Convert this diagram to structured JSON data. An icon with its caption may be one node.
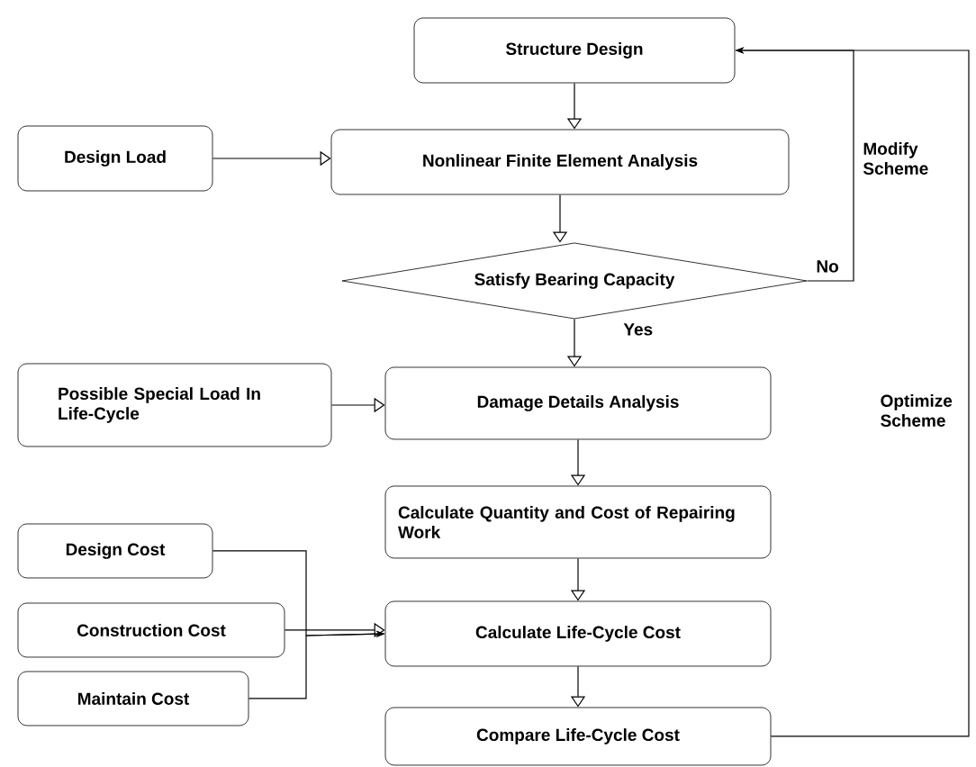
{
  "diagram": {
    "nodes": [
      {
        "text": [
          "Structure Design"
        ]
      },
      {
        "text": [
          "Design Load"
        ]
      },
      {
        "text": [
          "Nonlinear Finite Element Analysis"
        ]
      },
      {
        "text": [
          "Satisfy Bearing Capacity"
        ]
      },
      {
        "text": [
          "Possible Special Load In Life-Cycle"
        ]
      },
      {
        "text": [
          "Damage Details Analysis"
        ]
      },
      {
        "text": [
          "Calculate Quantity and Cost of Repairing Work"
        ]
      },
      {
        "text": [
          "Design Cost"
        ]
      },
      {
        "text": [
          "Construction Cost"
        ]
      },
      {
        "text": [
          "Maintain Cost"
        ]
      },
      {
        "text": [
          "Calculate Life-Cycle Cost"
        ]
      },
      {
        "text": [
          "Compare Life-Cycle Cost"
        ]
      }
    ],
    "edges": [
      {
        "from": 0,
        "to": 2,
        "arrow": "to"
      },
      {
        "from": 1,
        "to": 2,
        "arrow": "to"
      },
      {
        "from": 2,
        "to": 3,
        "arrow": "to"
      },
      {
        "from": 3,
        "to": 5,
        "arrow": "to",
        "label": "Yes"
      },
      {
        "from": 3,
        "to": 0,
        "arrow": "to",
        "label": "No"
      },
      {
        "from": 4,
        "to": 5,
        "arrow": "to"
      },
      {
        "from": 5,
        "to": 6,
        "arrow": "to"
      },
      {
        "from": 6,
        "to": 10,
        "arrow": "to"
      },
      {
        "from": 7,
        "to": 10,
        "arrow": "to"
      },
      {
        "from": 8,
        "to": 10,
        "arrow": "to"
      },
      {
        "from": 9,
        "to": 10,
        "arrow": "to"
      },
      {
        "from": 10,
        "to": 11,
        "arrow": "to"
      },
      {
        "from": 11,
        "to": 0,
        "arrow": "to",
        "label": "Optimize Scheme"
      }
    ],
    "labels": [
      "Modify Scheme"
    ]
  }
}
